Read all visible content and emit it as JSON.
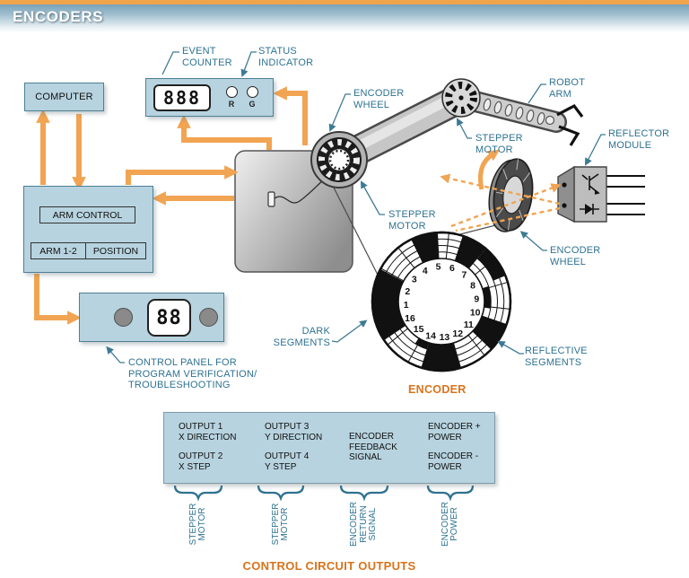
{
  "header": {
    "title": "ENCODERS"
  },
  "boxes": {
    "computer": "COMPUTER",
    "arm_control": "ARM CONTROL",
    "arm_12": "ARM 1-2",
    "position": "POSITION"
  },
  "event_counter_display": {
    "value": "888",
    "r": "R",
    "g": "G"
  },
  "control_panel_display": {
    "value": "88"
  },
  "labels": {
    "event_counter": [
      "EVENT",
      "COUNTER"
    ],
    "status_indicator": [
      "STATUS",
      "INDICATOR"
    ],
    "encoder_wheel_top": [
      "ENCODER",
      "WHEEL"
    ],
    "stepper_motor_shoulder": [
      "STEPPER",
      "MOTOR"
    ],
    "robot_arm": [
      "ROBOT",
      "ARM"
    ],
    "stepper_motor_elbow": [
      "STEPPER",
      "MOTOR"
    ],
    "reflector_module": [
      "REFLECTOR",
      "MODULE"
    ],
    "encoder_wheel_lower": [
      "ENCODER",
      "WHEEL"
    ],
    "dark_segments": [
      "DARK",
      "SEGMENTS"
    ],
    "reflective_segments": [
      "REFLECTIVE",
      "SEGMENTS"
    ],
    "control_panel": [
      "CONTROL PANEL FOR",
      "PROGRAM VERIFICATION/",
      "TROUBLESHOOTING"
    ],
    "encoder_caption": "ENCODER",
    "control_circuit_outputs": "CONTROL CIRCUIT OUTPUTS"
  },
  "outputs_table": {
    "col1": {
      "e1": [
        "OUTPUT 1",
        "X DIRECTION"
      ],
      "e2": [
        "OUTPUT 2",
        "X STEP"
      ]
    },
    "col2": {
      "e1": [
        "OUTPUT 3",
        "Y DIRECTION"
      ],
      "e2": [
        "OUTPUT 4",
        "Y STEP"
      ]
    },
    "col3": {
      "e1": [
        "ENCODER",
        "FEEDBACK",
        "SIGNAL"
      ]
    },
    "col4": {
      "e1": [
        "ENCODER +",
        "POWER"
      ],
      "e2": [
        "ENCODER -",
        "POWER"
      ]
    }
  },
  "brace_labels": [
    [
      "STEPPER",
      "MOTOR"
    ],
    [
      "STEPPER",
      "MOTOR"
    ],
    [
      "ENCODER",
      "RETURN",
      "SIGNAL"
    ],
    [
      "ENCODER",
      "POWER"
    ]
  ],
  "encoder_disk": {
    "numbers": [
      "1",
      "2",
      "3",
      "4",
      "5",
      "6",
      "7",
      "8",
      "9",
      "10",
      "11",
      "12",
      "13",
      "14",
      "15",
      "16"
    ],
    "start_angle_deg": 185,
    "step_deg": -22.5,
    "black_segments": [
      {
        "a0": 50,
        "a1": 72,
        "t0": 0,
        "t1": 4
      },
      {
        "a0": 93,
        "a1": 116,
        "t0": 0,
        "t1": 4
      },
      {
        "a0": 152,
        "a1": 214,
        "t0": 0,
        "t1": 4
      },
      {
        "a0": 253,
        "a1": 286,
        "t0": 0,
        "t1": 4
      },
      {
        "a0": 316,
        "a1": 341,
        "t0": 0,
        "t1": 4
      },
      {
        "a0": 22,
        "a1": 50,
        "t0": 2,
        "t1": 4
      },
      {
        "a0": 238,
        "a1": 253,
        "t0": 0,
        "t1": 1
      },
      {
        "a0": 352,
        "a1": 18,
        "t0": 0,
        "t1": 1
      }
    ]
  },
  "colors": {
    "accent_orange": "#F1A452",
    "label_teal": "#2E7291",
    "box_fill": "#B7D3DF",
    "box_border": "#4E7F96",
    "orange_text": "#D9731B"
  }
}
